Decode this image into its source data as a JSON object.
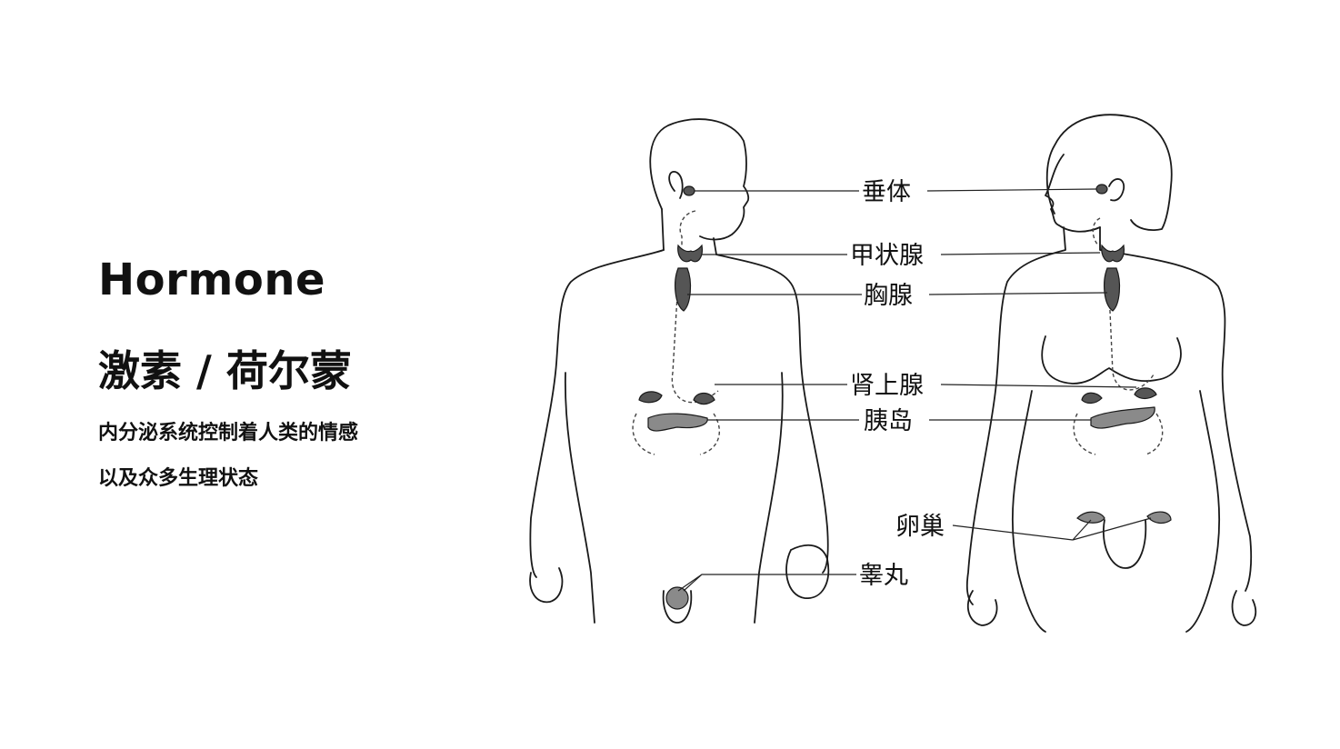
{
  "heading": {
    "english": "Hormone",
    "chinese": "激素 / 荷尔蒙",
    "description_line1": "内分泌系统控制着人类的情感",
    "description_line2": "以及众多生理状态"
  },
  "diagram": {
    "labels": {
      "pituitary": "垂体",
      "thyroid": "甲状腺",
      "thymus": "胸腺",
      "adrenal": "肾上腺",
      "pancreatic_islet": "胰岛",
      "ovary": "卵巢",
      "testis": "睾丸"
    }
  }
}
